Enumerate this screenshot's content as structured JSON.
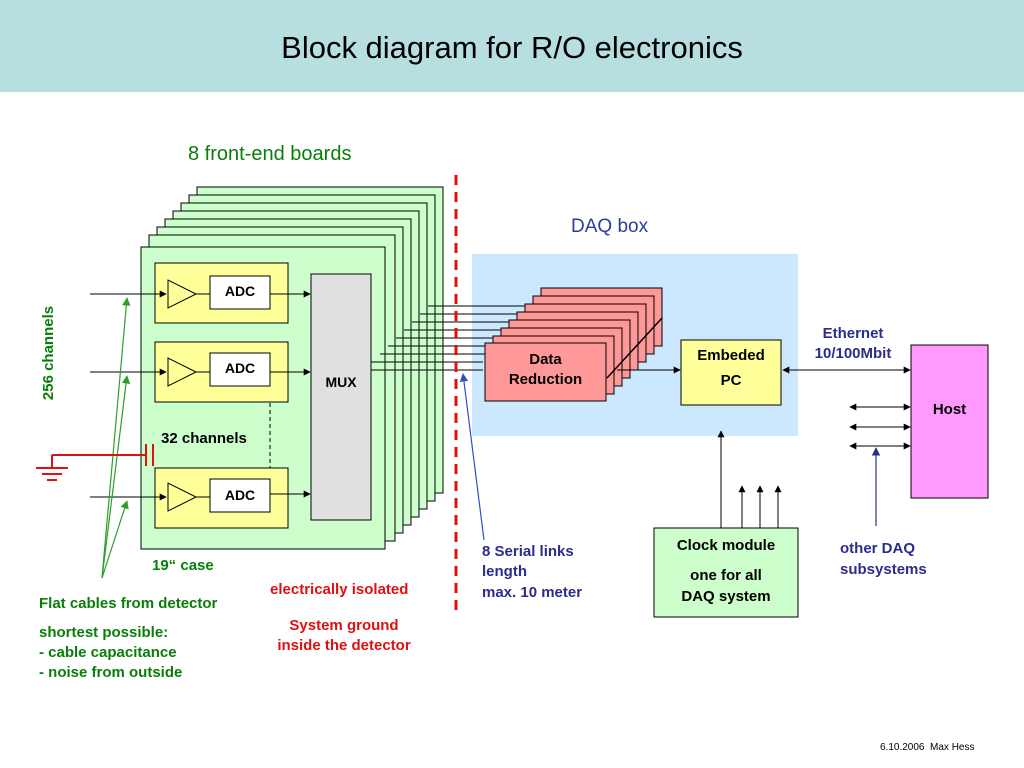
{
  "title": "Block diagram for R/O electronics",
  "labels": {
    "front_end_boards": "8 front-end boards",
    "daq_box": "DAQ box",
    "channels_256": "256 channels",
    "channels_32": "32 channels",
    "case": "19“ case",
    "flat_cables": "Flat cables from detector",
    "shortest_title": "shortest possible:",
    "shortest_1": "- cable capacitance",
    "shortest_2": "- noise from outside",
    "electrically_isolated": "electrically isolated",
    "system_ground_1": "System ground",
    "system_ground_2": "inside the detector",
    "serial_1": "8 Serial links",
    "serial_2": "length",
    "serial_3": "max. 10 meter",
    "ethernet_1": "Ethernet",
    "ethernet_2": "10/100Mbit",
    "other_daq_1": "other DAQ",
    "other_daq_2": "subsystems",
    "footer": "6.10.2006  Max Hess"
  },
  "blocks": {
    "adc_1": "ADC",
    "adc_2": "ADC",
    "adc_3": "ADC",
    "mux": "MUX",
    "data_reduction_1": "Data",
    "data_reduction_2": "Reduction",
    "pc_1": "Embeded",
    "pc_2": "PC",
    "host": "Host",
    "clock_1": "Clock module",
    "clock_2": "one for all",
    "clock_3": "DAQ system"
  },
  "colors": {
    "title_bar": "#b8dfe0",
    "board_fill": "#ccffcc",
    "adc_panel": "#ffff99",
    "daq_box": "#cce8ff",
    "data_reduction": "#ff9999",
    "pc": "#ffff99",
    "host": "#ff99ff",
    "clock": "#ccffcc",
    "green_text": "#0a7d0a",
    "red": "#e01010",
    "blue_text": "#2c2c8c",
    "arrow_blue": "#3050c0"
  }
}
